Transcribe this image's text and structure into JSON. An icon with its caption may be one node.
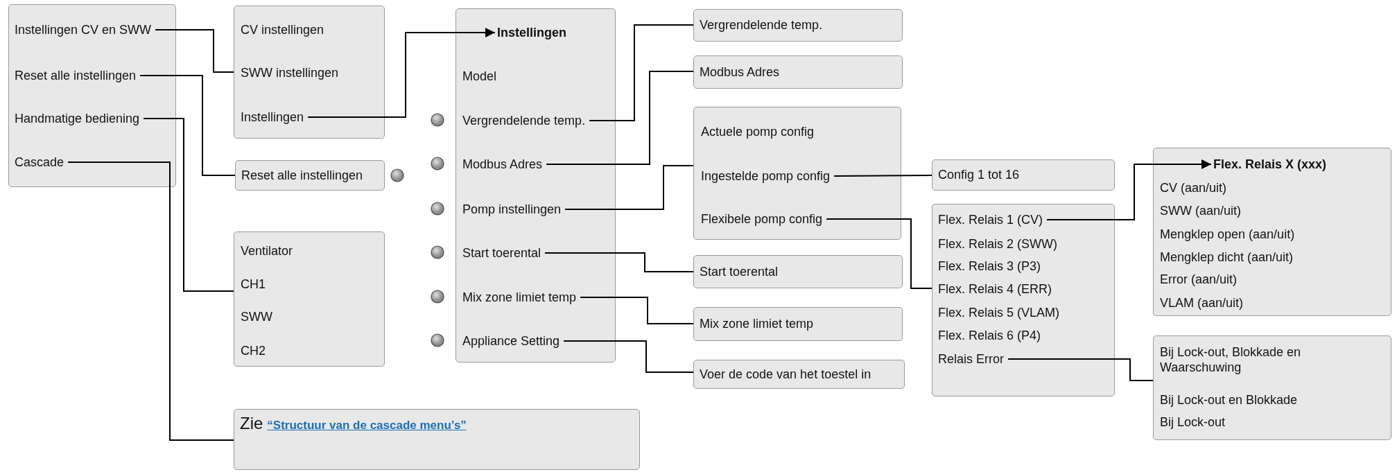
{
  "diagram": {
    "nodes": [
      {
        "text": [],
        "shape": "box"
      },
      {
        "text": [
          "Instellingen CV en SWW"
        ],
        "in": 0
      },
      {
        "text": [
          "Reset alle instellingen"
        ],
        "in": 0
      },
      {
        "text": [
          "Handmatige bediening"
        ],
        "in": 0
      },
      {
        "text": [
          "Cascade"
        ],
        "in": 0
      },
      {
        "text": [],
        "shape": "box"
      },
      {
        "text": [
          "CV instellingen"
        ],
        "in": 5
      },
      {
        "text": [
          "SWW instellingen"
        ],
        "in": 5
      },
      {
        "text": [
          "Instellingen"
        ],
        "in": 5
      },
      {
        "text": [
          "Reset alle instellingen"
        ]
      },
      {
        "text": [],
        "shape": "box"
      },
      {
        "text": [
          "Ventilator"
        ],
        "in": 10
      },
      {
        "text": [
          "CH1"
        ],
        "in": 10
      },
      {
        "text": [
          "SWW"
        ],
        "in": 10
      },
      {
        "text": [
          "CH2"
        ],
        "in": 10
      },
      {
        "text": [
          "Zie",
          "“Structuur van de cascade menu’s”"
        ]
      },
      {
        "text": [],
        "shape": "box"
      },
      {
        "text": [
          "Instellingen"
        ],
        "in": 16
      },
      {
        "text": [
          "Model"
        ],
        "in": 16
      },
      {
        "text": [
          "Vergrendelende temp."
        ],
        "in": 16
      },
      {
        "text": [
          "Modbus Adres"
        ],
        "in": 16
      },
      {
        "text": [
          "Pomp instellingen"
        ],
        "in": 16
      },
      {
        "text": [
          "Start toerental"
        ],
        "in": 16
      },
      {
        "text": [
          "Mix zone limiet temp"
        ],
        "in": 16
      },
      {
        "text": [
          "Appliance Setting"
        ],
        "in": 16
      },
      {
        "text": [
          "Vergrendelende temp."
        ]
      },
      {
        "text": [
          "Modbus Adres"
        ]
      },
      {
        "text": [],
        "shape": "box"
      },
      {
        "text": [
          "Actuele pomp config"
        ],
        "in": 27
      },
      {
        "text": [
          "Ingestelde pomp config"
        ],
        "in": 27
      },
      {
        "text": [
          "Flexibele pomp config"
        ],
        "in": 27
      },
      {
        "text": [
          "Start toerental"
        ]
      },
      {
        "text": [
          "Mix zone limiet temp"
        ]
      },
      {
        "text": [
          "Voer de code van het toestel in"
        ]
      },
      {
        "text": [
          "Config 1 tot 16"
        ]
      },
      {
        "text": [],
        "shape": "box"
      },
      {
        "text": [
          "Flex. Relais 1 (CV)"
        ],
        "in": 35
      },
      {
        "text": [
          "Flex. Relais 2 (SWW)"
        ],
        "in": 35
      },
      {
        "text": [
          "Flex. Relais 3 (P3)"
        ],
        "in": 35
      },
      {
        "text": [
          "Flex. Relais 4 (ERR)"
        ],
        "in": 35
      },
      {
        "text": [
          "Flex. Relais 5 (VLAM)"
        ],
        "in": 35
      },
      {
        "text": [
          "Flex. Relais 6 (P4)"
        ],
        "in": 35
      },
      {
        "text": [
          "Relais Error"
        ],
        "in": 35
      },
      {
        "text": [],
        "shape": "box"
      },
      {
        "text": [
          "Flex. Relais X (xxx)"
        ],
        "in": 43
      },
      {
        "text": [
          "CV (aan/uit)"
        ],
        "in": 43
      },
      {
        "text": [
          "SWW (aan/uit)"
        ],
        "in": 43
      },
      {
        "text": [
          "Mengklep open (aan/uit)"
        ],
        "in": 43
      },
      {
        "text": [
          "Mengklep dicht (aan/uit)"
        ],
        "in": 43
      },
      {
        "text": [
          "Error (aan/uit)"
        ],
        "in": 43
      },
      {
        "text": [
          "VLAM (aan/uit)"
        ],
        "in": 43
      },
      {
        "text": [],
        "shape": "box"
      },
      {
        "text": [
          "Bij Lock-out, Blokkade en Waarschuwing"
        ],
        "in": 51
      },
      {
        "text": [
          "Bij Lock-out en Blokkade"
        ],
        "in": 51
      },
      {
        "text": [
          "Bij Lock-out"
        ],
        "in": 51
      }
    ],
    "edges": [
      {
        "from": 1,
        "to": 5,
        "arrow": "none"
      },
      {
        "from": 2,
        "to": 9,
        "arrow": "none"
      },
      {
        "from": 3,
        "to": 10,
        "arrow": "none"
      },
      {
        "from": 4,
        "to": 15,
        "arrow": "none"
      },
      {
        "from": 8,
        "to": 17,
        "arrow": "to"
      },
      {
        "from": 19,
        "to": 25,
        "arrow": "none"
      },
      {
        "from": 20,
        "to": 26,
        "arrow": "none"
      },
      {
        "from": 21,
        "to": 27,
        "arrow": "none"
      },
      {
        "from": 22,
        "to": 31,
        "arrow": "none"
      },
      {
        "from": 23,
        "to": 32,
        "arrow": "none"
      },
      {
        "from": 24,
        "to": 33,
        "arrow": "none"
      },
      {
        "from": 29,
        "to": 34,
        "arrow": "none"
      },
      {
        "from": 30,
        "to": 35,
        "arrow": "none"
      },
      {
        "from": 36,
        "to": 44,
        "arrow": "to"
      },
      {
        "from": 42,
        "to": 51,
        "arrow": "none"
      }
    ]
  }
}
